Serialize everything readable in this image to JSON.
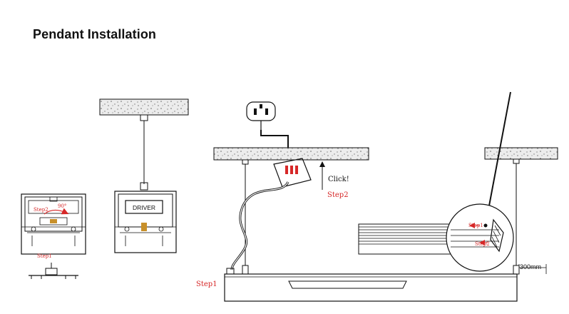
{
  "title": "Pendant Installation",
  "labels": {
    "step1": "Step1",
    "step2": "Step2",
    "angle": "90°",
    "driver": "DRIVER",
    "click": "Click!",
    "distance": "300mm"
  },
  "colors": {
    "annotation": "#d62828",
    "line": "#111111",
    "ceiling_fill": "#e6e6e6"
  },
  "icons": [
    "plug-icon",
    "click-arrow-icon",
    "rotate-arrow-icon"
  ]
}
